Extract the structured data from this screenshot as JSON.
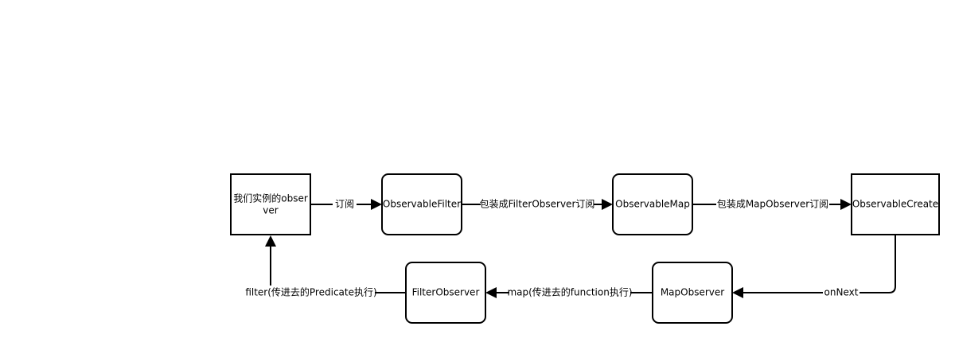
{
  "nodes": {
    "observer": {
      "label_line1": "我们实例的obser",
      "label_line2": "ver"
    },
    "observable_filter": {
      "label": "ObservableFilter"
    },
    "observable_map": {
      "label": "ObservableMap"
    },
    "observable_create": {
      "label": "ObservableCreate"
    },
    "map_observer": {
      "label": "MapObserver"
    },
    "filter_observer": {
      "label": "FilterObserver"
    }
  },
  "edges": {
    "subscribe": {
      "label": "订阅"
    },
    "wrap_filter_observer": {
      "label": "包装成FilterObserver订阅"
    },
    "wrap_map_observer": {
      "label": "包装成MapObserver订阅"
    },
    "on_next": {
      "label": "onNext"
    },
    "map_call": {
      "label": "map(传进去的function执行)"
    },
    "filter_call": {
      "label": "filter(传进去的Predicate执行)"
    }
  }
}
